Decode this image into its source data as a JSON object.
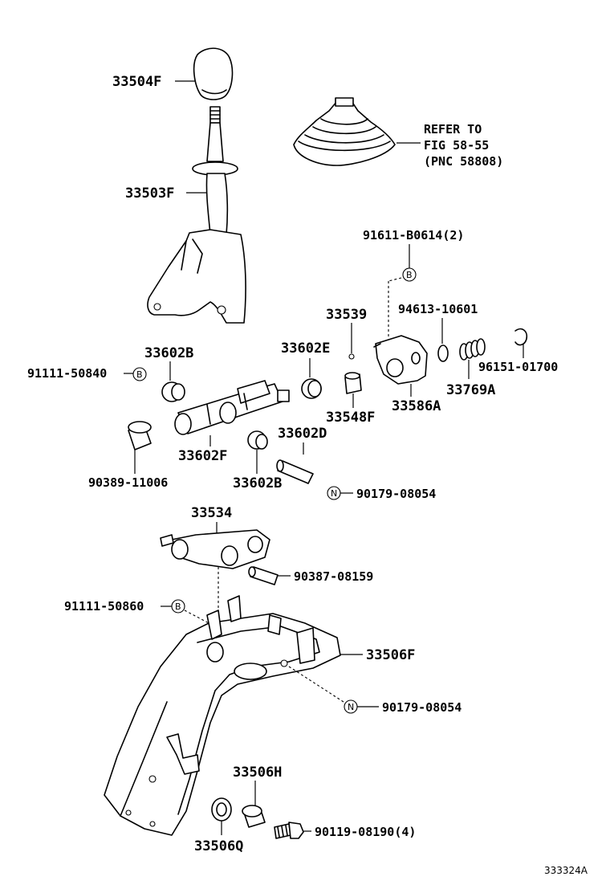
{
  "labels": {
    "shift_knob": "33504F",
    "shift_lever": "33503F",
    "refer_line1": "REFER TO",
    "refer_line2": "FIG 58-55",
    "refer_line3": "(PNC 58808)",
    "bolt_b_top": "91611-B0614(2)",
    "p33539": "33539",
    "p94613": "94613-10601",
    "p33602e": "33602E",
    "p33602b_top": "33602B",
    "p91111_50840": "91111-50840",
    "p96151": "96151-01700",
    "p33769a": "33769A",
    "p33586a": "33586A",
    "p33548f": "33548F",
    "p33602d": "33602D",
    "p33602f": "33602F",
    "p90389": "90389-11006",
    "p33602b_bottom": "33602B",
    "p90179_top": "90179-08054",
    "p33534": "33534",
    "p90387": "90387-08159",
    "p91111_50860": "91111-50860",
    "p33506f": "33506F",
    "p90179_bottom": "90179-08054",
    "p33506h": "33506H",
    "p90119": "90119-08190(4)",
    "p33506q": "33506Q",
    "figure_code": "333324A"
  },
  "markers": {
    "b": "B",
    "n": "N"
  }
}
